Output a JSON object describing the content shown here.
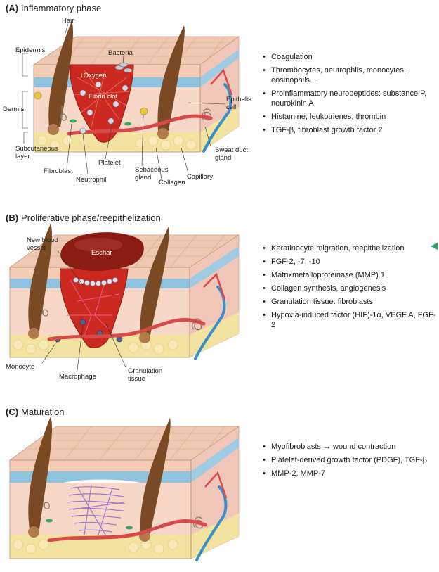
{
  "panels": {
    "a": {
      "letter": "(A)",
      "title": "Inflammatory phase",
      "labels": {
        "hair": "Hair",
        "epidermis": "Epidermis",
        "bacteria": "Bacteria",
        "oxygen": "↓Oxygen",
        "fibrin_clot": "Fibrin clot",
        "dermis": "Dermis",
        "epithelia_cell_1": "Epithelia",
        "epithelia_cell_2": "cell",
        "subcutaneous_1": "Subcutaneous",
        "subcutaneous_2": "layer",
        "fibroblast": "Fibroblast",
        "platelet": "Platelet",
        "neutrophil": "Neutrophil",
        "sebaceous_1": "Sebaceous",
        "sebaceous_2": "gland",
        "collagen": "Collagen",
        "capillary": "Capillary",
        "sweat_duct_1": "Sweat duct",
        "sweat_duct_2": "gland"
      },
      "bullets": [
        "Coagulation",
        "Thrombocytes, neutrophils, monocytes, eosinophils...",
        "Proinflammatory neuropeptides: substance P, neurokinin A",
        "Histamine, leukotrienes, thrombin",
        "TGF-β, fibroblast growth factor 2"
      ]
    },
    "b": {
      "letter": "(B)",
      "title": "Proliferative phase/reepithelization",
      "labels": {
        "new_blood_1": "New blood",
        "new_blood_2": "vessel",
        "eschar": "Eschar",
        "monocyte": "Monocyte",
        "macrophage": "Macrophage",
        "granulation_1": "Granulation",
        "granulation_2": "tissue"
      },
      "bullets": [
        "Keratinocyte migration, reepithelization",
        "FGF-2, -7, -10",
        "Matrixmetalloproteinase (MMP) 1",
        "Collagen synthesis, angiogenesis",
        "Granulation tissue: fibroblasts",
        "Hypoxia-induced factor (HIF)-1α, VEGF A, FGF-2"
      ]
    },
    "c": {
      "letter": "(C)",
      "title": "Maturation",
      "bullets": [
        "Myofibroblasts → wound contraction",
        "Platelet-derived growth factor (PDGF), TGF-β",
        "MMP-2, MMP-7"
      ]
    }
  },
  "colors": {
    "skin_surface": "#eec8b0",
    "epidermis": "#f3cdb6",
    "basal_layer": "#8fc3e0",
    "dermis": "#f6d7c8",
    "subcutaneous": "#f2e3a0",
    "wound": "#cc2a20",
    "eschar": "#8a1c14",
    "hair": "#7a4a24",
    "vessel": "#d84a4a",
    "vein": "#3a8fc8",
    "collagen_scar": "#9a7ac8",
    "marker": "#2aa36b"
  }
}
